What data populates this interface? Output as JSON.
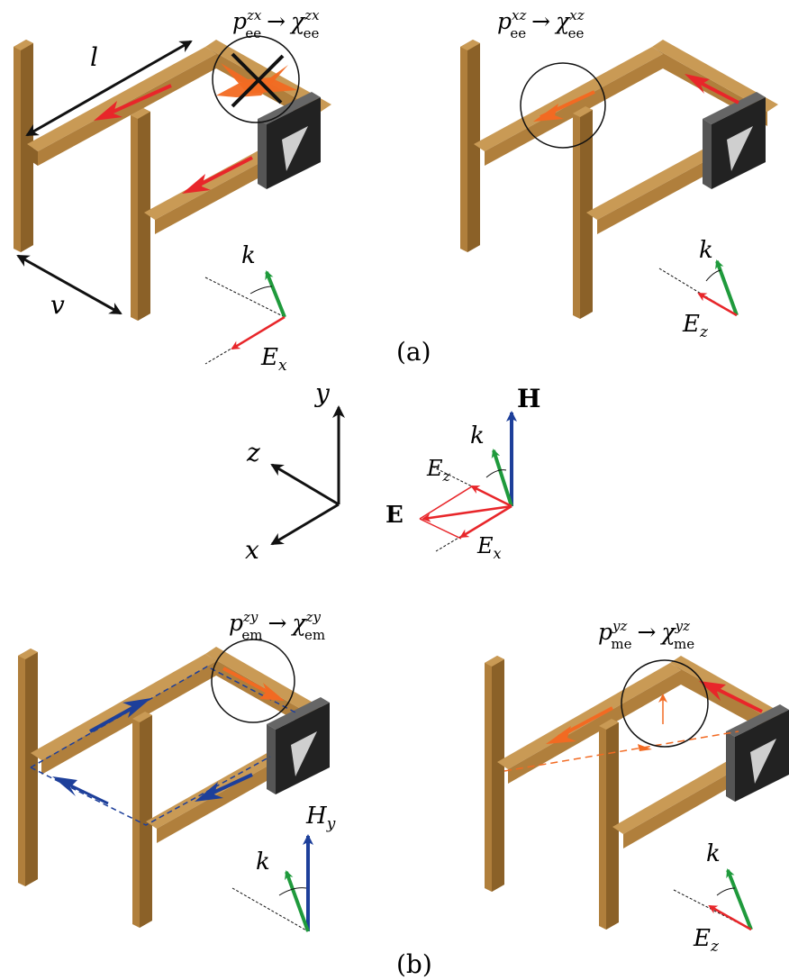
{
  "panel_a": {
    "caption": "(a)",
    "left": {
      "eq": {
        "p": "p",
        "p_sup": "zx",
        "p_sub": "ee",
        "arrow": "→",
        "chi": "χ",
        "chi_sup": "zx",
        "chi_sub": "ee"
      },
      "dim_l": "l",
      "dim_v": "v",
      "k_label": "k",
      "e_label": "E",
      "e_sub": "x"
    },
    "right": {
      "eq": {
        "p": "p",
        "p_sup": "xz",
        "p_sub": "ee",
        "arrow": "→",
        "chi": "χ",
        "chi_sup": "xz",
        "chi_sub": "ee"
      },
      "k_label": "k",
      "e_label": "E",
      "e_sub": "z"
    }
  },
  "axes": {
    "y": "y",
    "z": "z",
    "x": "x"
  },
  "field_diagram": {
    "h_label": "H",
    "k_label": "k",
    "e_label": "E",
    "ez_label": "E",
    "ez_sub": "z",
    "ex_label": "E",
    "ex_sub": "x"
  },
  "panel_b": {
    "caption": "(b)",
    "left": {
      "eq": {
        "p": "p",
        "p_sup": "zy",
        "p_sub": "em",
        "arrow": "→",
        "chi": "χ",
        "chi_sup": "zy",
        "chi_sub": "em"
      },
      "k_label": "k",
      "h_label": "H",
      "h_sub": "y"
    },
    "right": {
      "eq": {
        "p": "p",
        "p_sup": "yz",
        "p_sub": "me",
        "arrow": "→",
        "chi": "χ",
        "chi_sup": "yz",
        "chi_sub": "me"
      },
      "k_label": "k",
      "e_label": "E",
      "e_sub": "z"
    }
  },
  "colors": {
    "wood": "#b07f3c",
    "wood_dark": "#7a5422",
    "wood_light": "#c99a55",
    "red": "#e8262a",
    "orange": "#f26a22",
    "blue": "#1d3f9a",
    "green": "#1f9a3c",
    "black": "#111111",
    "plate": "#222222",
    "plate_edge": "#555555",
    "triangle": "#cfcfcf"
  }
}
